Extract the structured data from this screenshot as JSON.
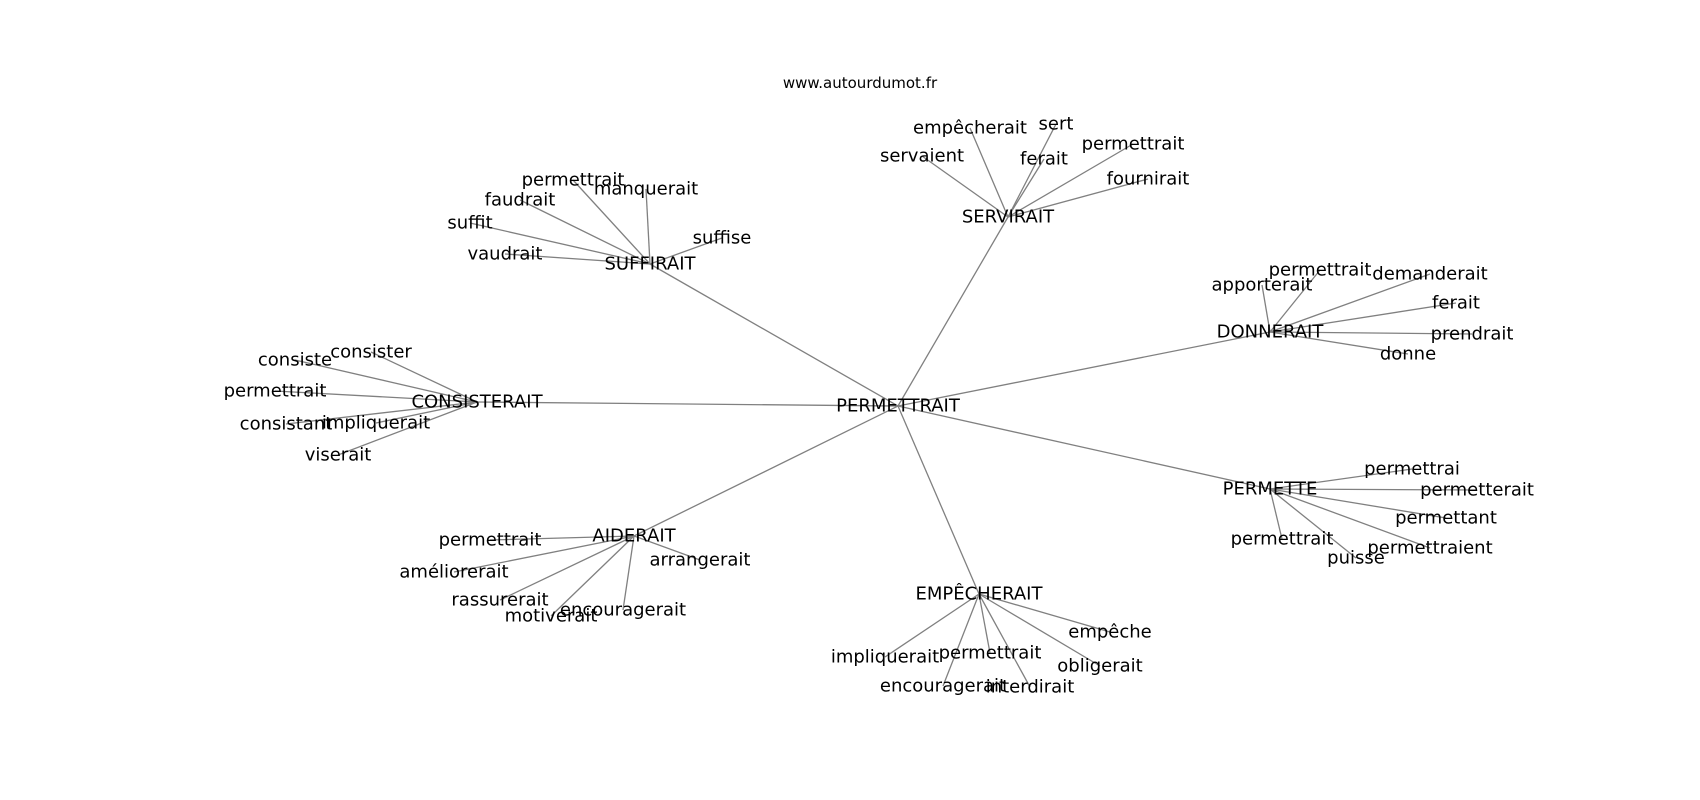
{
  "credit": "www.autourdumot.fr",
  "graph": {
    "center": "PERMETTRAIT",
    "groups": [
      {
        "hub": "SUFFIRAIT",
        "leaves": [
          "permettrait",
          "faudrait",
          "manquerait",
          "suffit",
          "suffise",
          "vaudrait"
        ]
      },
      {
        "hub": "SERVIRAIT",
        "leaves": [
          "empêcherait",
          "sert",
          "servaient",
          "ferait",
          "permettrait",
          "fournirait"
        ]
      },
      {
        "hub": "DONNERAIT",
        "leaves": [
          "permettrait",
          "apporterait",
          "demanderait",
          "ferait",
          "prendrait",
          "donne"
        ]
      },
      {
        "hub": "CONSISTERAIT",
        "leaves": [
          "consiste",
          "consister",
          "permettrait",
          "consistant",
          "impliquerait",
          "viserait"
        ]
      },
      {
        "hub": "PERMETTE",
        "leaves": [
          "permettrai",
          "permetterait",
          "permettant",
          "permettrait",
          "permettraient",
          "puisse"
        ]
      },
      {
        "hub": "AIDERAIT",
        "leaves": [
          "permettrait",
          "arrangerait",
          "améliorerait",
          "rassurerait",
          "encouragerait",
          "motiverait"
        ]
      },
      {
        "hub": "EMPÊCHERAIT",
        "leaves": [
          "empêche",
          "impliquerait",
          "permettrait",
          "obligerait",
          "encouragerait",
          "interdirait"
        ]
      }
    ]
  }
}
